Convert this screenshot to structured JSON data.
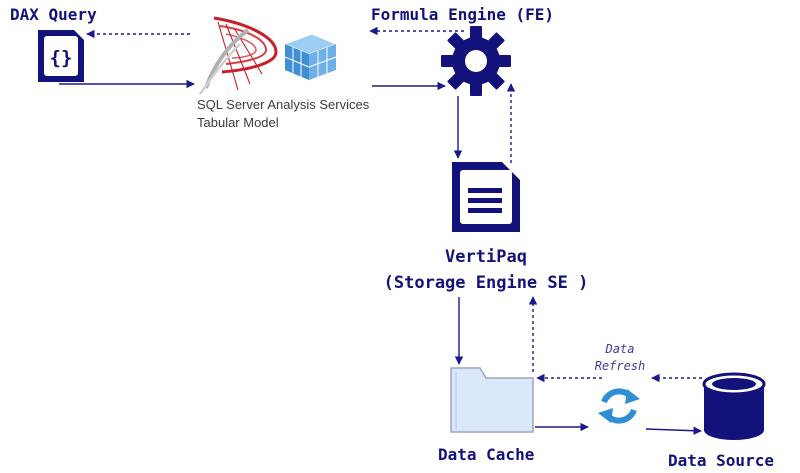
{
  "labels": {
    "dax_query": "DAX Query",
    "formula_engine": "Formula Engine (FE)",
    "ssas_line1": "SQL Server Analysis Services",
    "ssas_line2": "Tabular Model",
    "vertipaq_line1": "VertiPaq",
    "vertipaq_line2": "(Storage Engine SE )",
    "data_refresh_line1": "Data",
    "data_refresh_line2": "Refresh",
    "data_cache": "Data Cache",
    "data_source": "Data Source",
    "braces_glyph": "{}"
  },
  "colors": {
    "primary": "#12127a",
    "arrow": "#1a1a8c",
    "folder_fill": "#dbe8fb",
    "refresh_blue": "#2f8fd6",
    "ssas_red": "#c8202a"
  },
  "icons": {
    "dax": "code-document-icon",
    "ssas": "ssas-logo-icon",
    "cube": "tabular-cube-icon",
    "fe": "gear-icon",
    "vertipaq": "document-icon",
    "cache": "folder-icon",
    "refresh": "refresh-icon",
    "source": "database-icon"
  }
}
